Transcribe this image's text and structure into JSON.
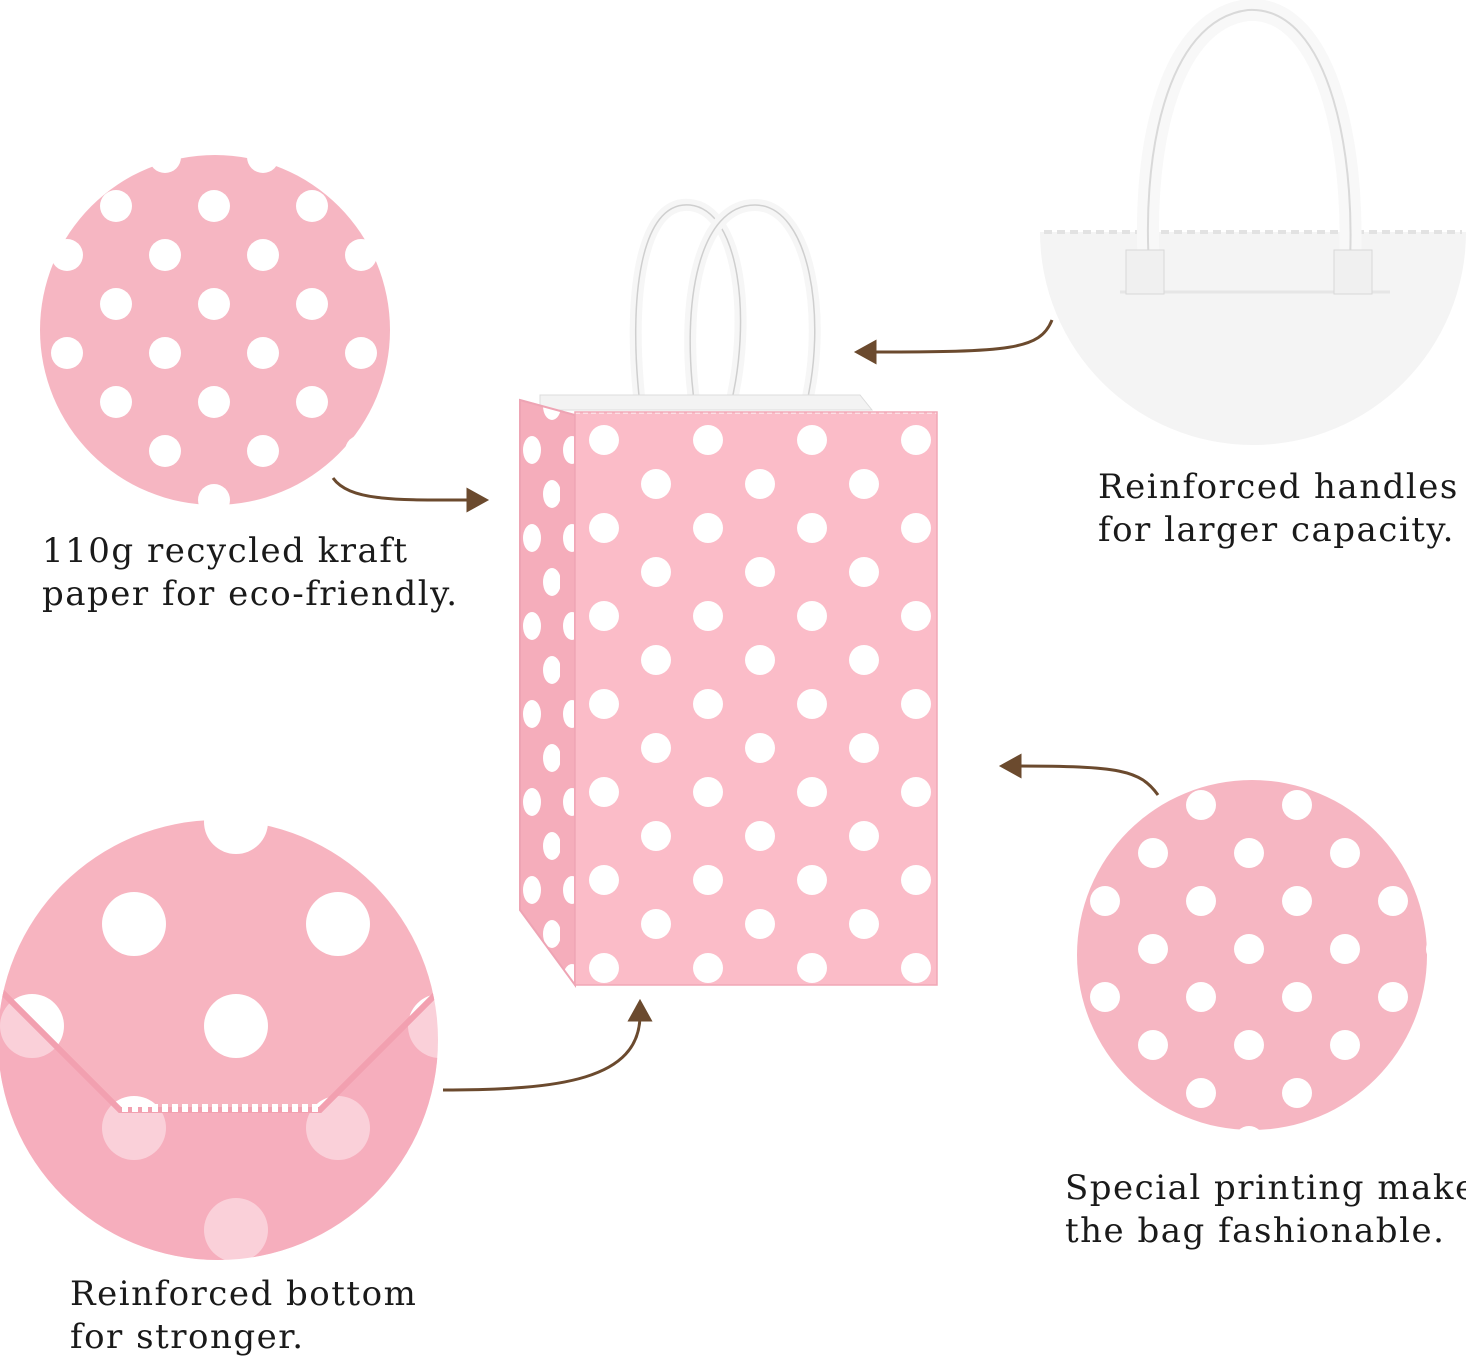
{
  "captions": {
    "paper": {
      "line1": "110g recycled kraft",
      "line2": "paper for eco-friendly."
    },
    "handles": {
      "line1": "Reinforced handles",
      "line2": "for larger capacity."
    },
    "bottom": {
      "line1": "Reinforced bottom",
      "line2": "for stronger."
    },
    "printing": {
      "line1": "Special printing makes",
      "line2": "the bag fashionable."
    }
  },
  "colors": {
    "bag_pink": "#fbbcc8",
    "bag_side_pink": "#f7b2bf",
    "dot": "#ffffff",
    "arrow": "#6b4a2e",
    "text": "#1a1a1a"
  },
  "icons": {
    "product": "pink-polka-dot-gift-bag",
    "arrows": "curved-pointer-arrow"
  }
}
